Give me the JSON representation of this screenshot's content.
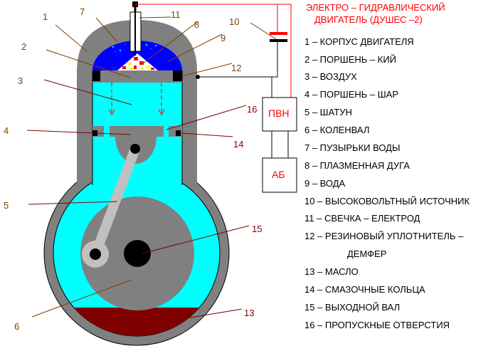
{
  "title": {
    "line1": "ЭЛЕКТРО – ГИДРАВЛИЧЕСКИЙ",
    "line2": "ДВИГАТЕЛЬ (ДУШЕС –2)"
  },
  "legend": [
    "1 – КОРПУС ДВИГАТЕЛЯ",
    "2 – ПОРШЕНЬ – КИЙ",
    "3 – ВОЗДУХ",
    "4 – ПОРШЕНЬ – ШАР",
    "5 – ШАТУН",
    "6 – КОЛЕНВАЛ",
    "7 – ПУЗЫРЬКИ ВОДЫ",
    "8 – ПЛАЗМЕННАЯ ДУГА",
    "9 – ВОДА",
    "10 – ВЫСОКОВОЛЬТНЫЙ ИСТОЧНИК",
    "11 – СВЕЧКА – ЕЛЕКТРОД",
    "12 – РЕЗИНОВЫЙ УПЛОТНИТЕЛЬ –",
    "ДЕМФЕР",
    "13 – МАСЛО",
    "14 – СМАЗОЧНЫЕ КОЛЬЦА",
    "15 – ВЫХОДНОЙ ВАЛ",
    "16 – ПРОПУСКНЫЕ ОТВЕРСТИЯ"
  ],
  "boxes": {
    "pvn": "ПВН",
    "ab": "АБ"
  },
  "callouts": {
    "n1": "1",
    "n2": "2",
    "n3": "3",
    "n4": "4",
    "n5": "5",
    "n6": "6",
    "n7": "7",
    "n8": "8",
    "n9": "9",
    "n10": "10",
    "n11": "11",
    "n12": "12",
    "n13": "13",
    "n14": "14",
    "n15": "15",
    "n16": "16"
  },
  "colors": {
    "body": "#808080",
    "water": "#0000ff",
    "air": "#00ffff",
    "oil": "#800000",
    "wire": "#ff0000",
    "callout_brown": "#804000",
    "callout_red": "#800000"
  }
}
